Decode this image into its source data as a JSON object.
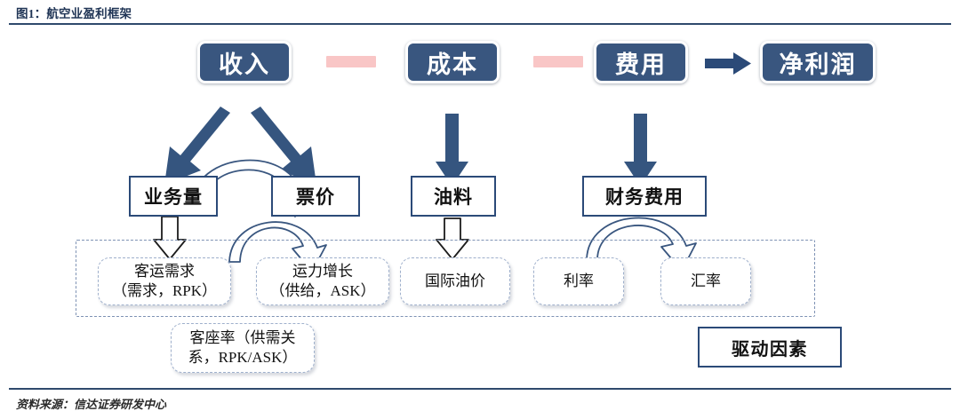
{
  "figure": {
    "title": "图1：航空业盈利框架",
    "source": "资料来源：信达证券研发中心"
  },
  "colors": {
    "navy": "#39567f",
    "navy_border": "#2b4a78",
    "rule": "#2f4a6d",
    "pink_minus": "#f9c6c6",
    "dashed_border": "#7e92b4",
    "soft_box_border": "#9fb0cc",
    "title_text": "#1f3455"
  },
  "level1": {
    "revenue": "收入",
    "cost": "成本",
    "expense": "费用",
    "net_profit": "净利润"
  },
  "operators": {
    "minus_1": "−",
    "minus_2": "−",
    "equals_arrow": "→"
  },
  "level2": {
    "volume": "业务量",
    "ticket_price": "票价",
    "fuel": "油料",
    "financial_expense": "财务费用"
  },
  "level3": {
    "pax_demand": "客运需求\n（需求，RPK）",
    "capacity_growth": "运力增长\n（供给，ASK）",
    "intl_oil_price": "国际油价",
    "interest_rate": "利率",
    "exchange_rate": "汇率",
    "load_factor": "客座率（供需关\n系，RPK/ASK）"
  },
  "legend": {
    "driver_factors": "驱动因素"
  }
}
